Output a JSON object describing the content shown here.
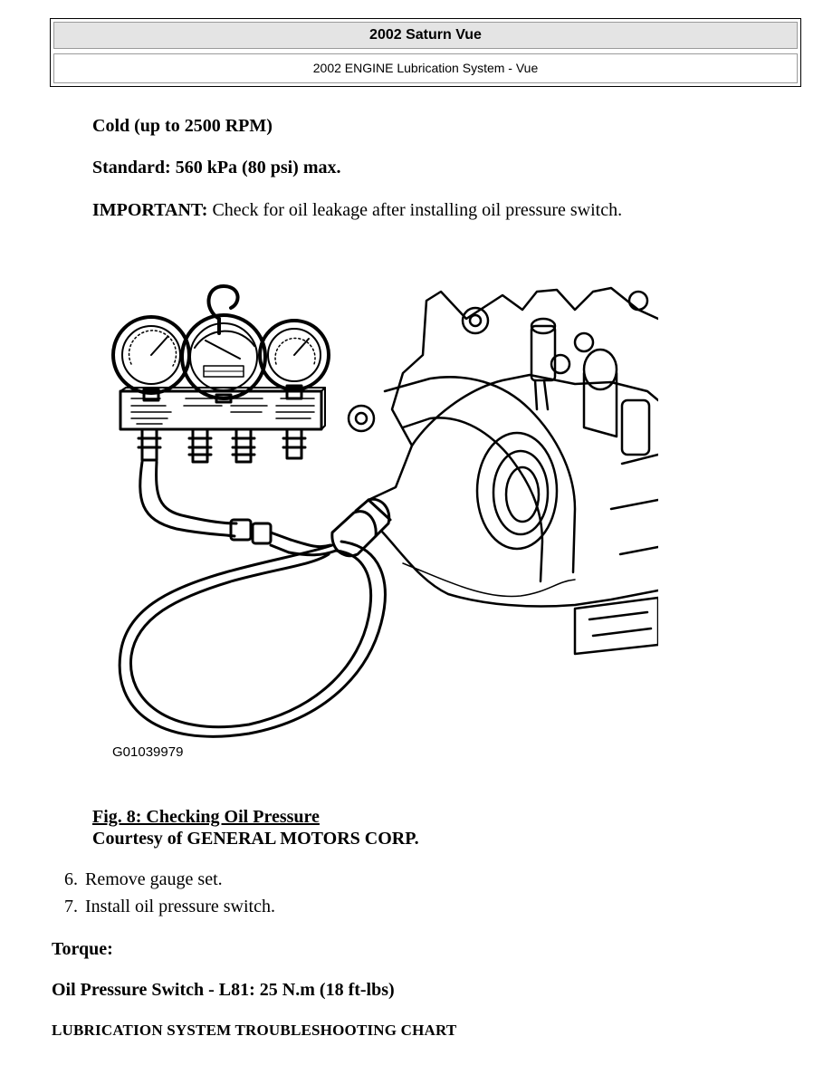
{
  "header": {
    "title": "2002 Saturn Vue",
    "subtitle": "2002 ENGINE Lubrication System - Vue"
  },
  "spec": {
    "cold": "Cold (up to 2500 RPM)",
    "standard": "Standard: 560 kPa (80 psi) max.",
    "important_label": "IMPORTANT:",
    "important_text": " Check for oil leakage after installing oil pressure switch."
  },
  "figure": {
    "id": "G01039979",
    "caption_title": "Fig. 8: Checking Oil Pressure",
    "caption_courtesy": "Courtesy of GENERAL MOTORS CORP."
  },
  "steps": [
    {
      "num": "6.",
      "text": "Remove gauge set."
    },
    {
      "num": "7.",
      "text": "Install oil pressure switch."
    }
  ],
  "torque": {
    "label": "Torque:",
    "spec": "Oil Pressure Switch - L81: 25 N.m (18 ft-lbs)"
  },
  "next_section": "LUBRICATION SYSTEM TROUBLESHOOTING CHART"
}
